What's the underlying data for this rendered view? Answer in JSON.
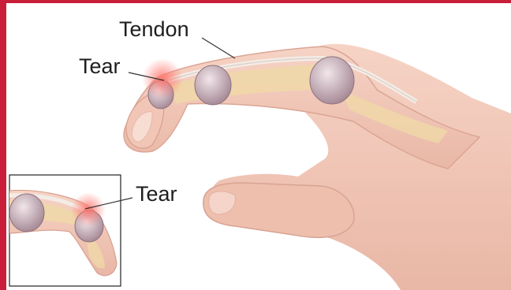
{
  "labels": {
    "tendon": "Tendon",
    "tear_top": "Tear",
    "tear_inset": "Tear"
  },
  "colors": {
    "border": "#c81e3a",
    "background": "#ffffff",
    "skin": "#f1c7b8",
    "skin_shadow": "#dba594",
    "bone": "#f0d7a8",
    "joint": "#d9c4cc",
    "tendon": "#f3ece6",
    "tear_glow": "#ff7b73",
    "label_text": "#1e1e1e",
    "leader_line": "#333333"
  },
  "icons": {
    "hand": "hand-illustration",
    "inset": "inset-finger-illustration"
  }
}
